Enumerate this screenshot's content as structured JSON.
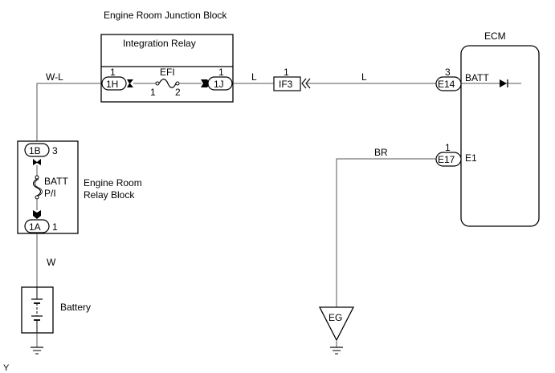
{
  "diagram": {
    "components": {
      "junction_block_title": "Engine Room Junction Block",
      "integration_relay": "Integration Relay",
      "efi_fuse": "EFI",
      "efi_pin_left": "1",
      "efi_pin_right": "2",
      "ecm": "ECM",
      "ecm_batt": "BATT",
      "ecm_e1": "E1",
      "relay_block_line1": "Engine Room",
      "relay_block_line2": "Relay Block",
      "batt_fuse_line1": "BATT",
      "batt_fuse_line2": "P/I",
      "battery": "Battery",
      "ground_eg": "EG"
    },
    "connectors": {
      "c1H": {
        "id": "1H",
        "pin": "1"
      },
      "c1J": {
        "id": "1J",
        "pin": "1"
      },
      "cIF3": {
        "id": "IF3",
        "pin": "1"
      },
      "cE14": {
        "id": "E14",
        "pin": "3"
      },
      "cE17": {
        "id": "E17",
        "pin": "1"
      },
      "c1B": {
        "id": "1B",
        "pin": "3"
      },
      "c1A": {
        "id": "1A",
        "pin": "1"
      }
    },
    "wire_colors": {
      "w_left_top": "W-L",
      "w_relay_to_if3": "L",
      "w_if3_to_ecm": "L",
      "w_ground": "BR",
      "w_battery": "W"
    },
    "footer_mark": "Y"
  }
}
